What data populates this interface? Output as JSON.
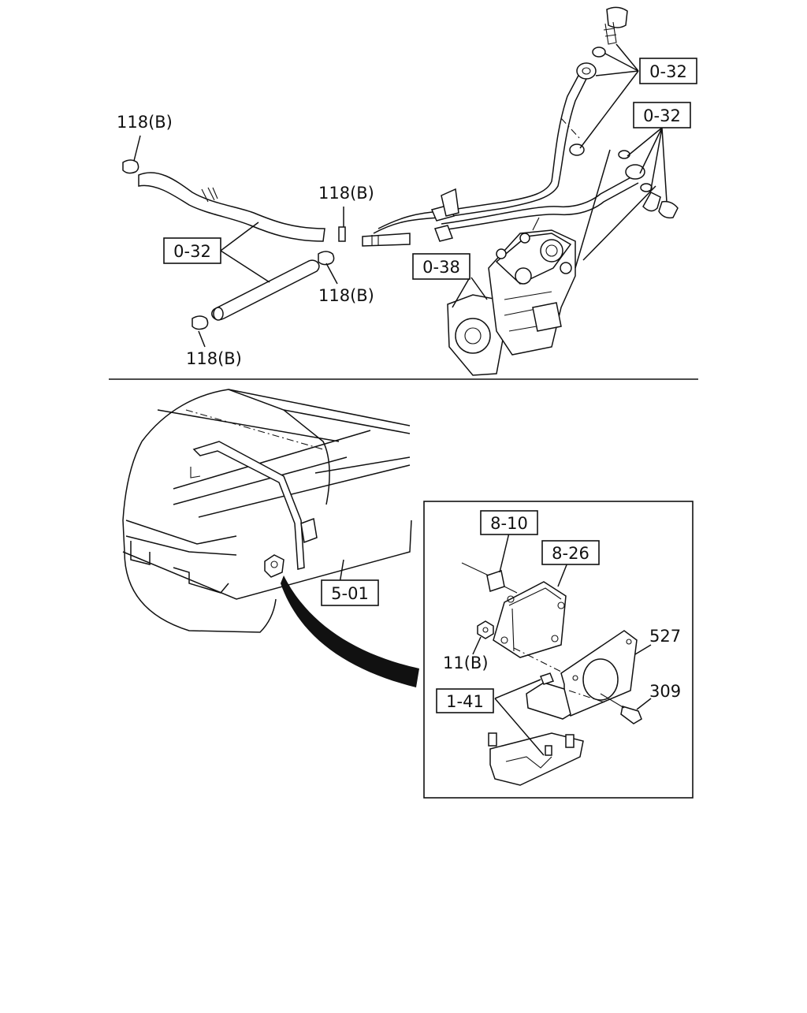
{
  "labels": {
    "boxed": {
      "ref_0_32_top": "0-32",
      "ref_0_32_mid": "0-32",
      "ref_0_32_left": "0-32",
      "ref_0_38": "0-38",
      "ref_5_01": "5-01",
      "ref_8_10": "8-10",
      "ref_8_26": "8-26",
      "ref_1_41": "1-41"
    },
    "plain": {
      "clamp_top_left": "118(B)",
      "clamp_center_top": "118(B)",
      "clamp_center_bottom": "118(B)",
      "clamp_bottom": "118(B)",
      "nut_11b": "11(B)",
      "part_527": "527",
      "part_309": "309"
    }
  }
}
